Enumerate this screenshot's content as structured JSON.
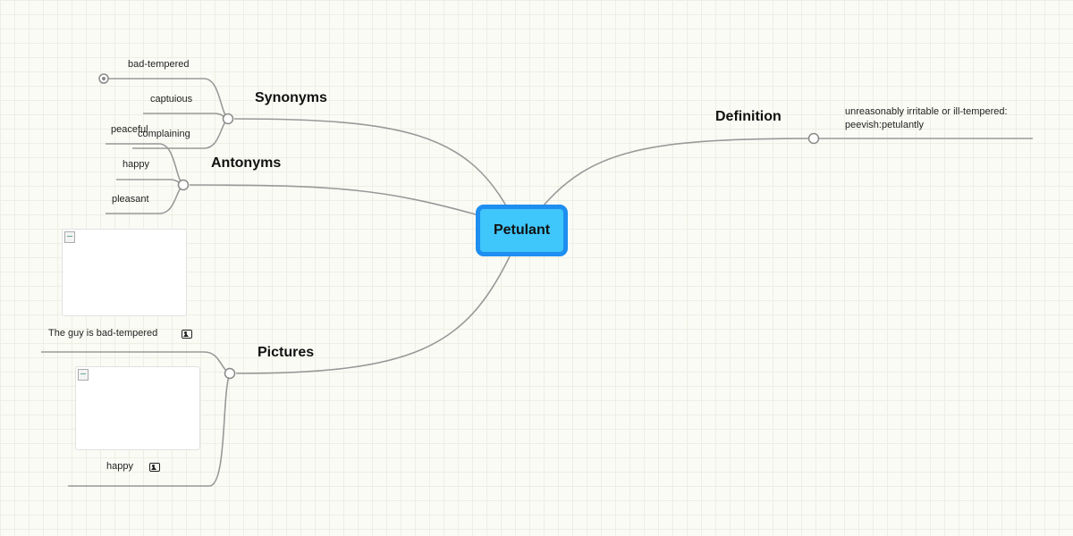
{
  "central": "Petulant",
  "definition": {
    "title": "Definition",
    "text_line1": "unreasonably irritable or ill-tempered:",
    "text_line2": "peevish:petulantly"
  },
  "synonyms": {
    "title": "Synonyms",
    "items": [
      "bad-tempered",
      "captuious",
      "complaining"
    ]
  },
  "antonyms": {
    "title": "Antonyms",
    "items": [
      "peaceful",
      "happy",
      "pleasant"
    ]
  },
  "pictures": {
    "title": "Pictures",
    "items": [
      {
        "caption": "The guy is bad-tempered",
        "icon": "image-icon"
      },
      {
        "caption": "happy",
        "icon": "image-icon"
      }
    ]
  },
  "colors": {
    "line": "#999999",
    "central_fill": "#3fc6fb",
    "central_border": "#1e8ef0"
  }
}
